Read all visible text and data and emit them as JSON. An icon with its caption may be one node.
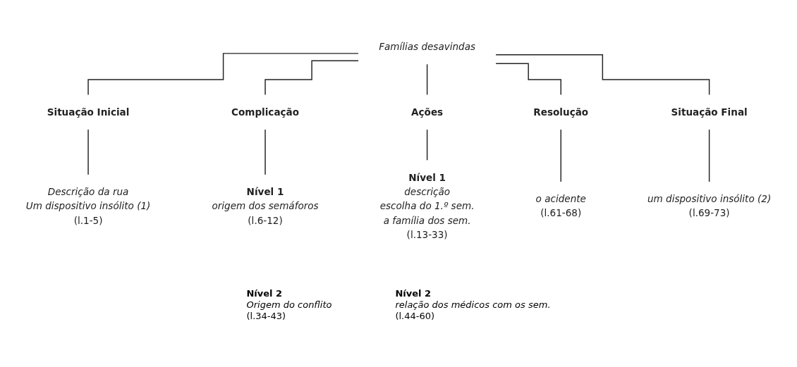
{
  "diagram": {
    "nodes": [
      {
        "text": [
          "Famílias desavindas"
        ]
      },
      {
        "text": [
          "Situação Inicial"
        ]
      },
      {
        "text": [
          "Complicação"
        ]
      },
      {
        "text": [
          "Ações"
        ]
      },
      {
        "text": [
          "Resolução"
        ]
      },
      {
        "text": [
          "Situação Final"
        ]
      },
      {
        "text": [
          "Descrição da rua",
          "Um dispositivo insólito (1)",
          "(l.1-5)"
        ]
      },
      {
        "text": [
          "Nível 1",
          "origem dos semáforos",
          "(l.6-12)"
        ]
      },
      {
        "text": [
          "Nível 1",
          "descrição",
          "escolha do 1.º sem.",
          "a família dos sem.",
          "(l.13-33)"
        ]
      },
      {
        "text": [
          "o acidente",
          "(l.61-68)"
        ]
      },
      {
        "text": [
          "um dispositivo insólito (2)",
          "(l.69-73)"
        ]
      }
    ],
    "edges": [
      {
        "from": 0,
        "to": 1,
        "arrow": "none"
      },
      {
        "from": 0,
        "to": 2,
        "arrow": "none"
      },
      {
        "from": 0,
        "to": 3,
        "arrow": "none"
      },
      {
        "from": 0,
        "to": 4,
        "arrow": "none"
      },
      {
        "from": 0,
        "to": 5,
        "arrow": "none"
      },
      {
        "from": 1,
        "to": 6,
        "arrow": "none"
      },
      {
        "from": 2,
        "to": 7,
        "arrow": "none"
      },
      {
        "from": 3,
        "to": 8,
        "arrow": "none"
      },
      {
        "from": 4,
        "to": 9,
        "arrow": "none"
      },
      {
        "from": 5,
        "to": 10,
        "arrow": "none"
      }
    ],
    "labels": [
      "Nível 2",
      "Origem do conflito",
      "(l.34-43)",
      "Nível 2",
      "relação dos médicos com os sem.",
      "(l.44-60)"
    ]
  }
}
